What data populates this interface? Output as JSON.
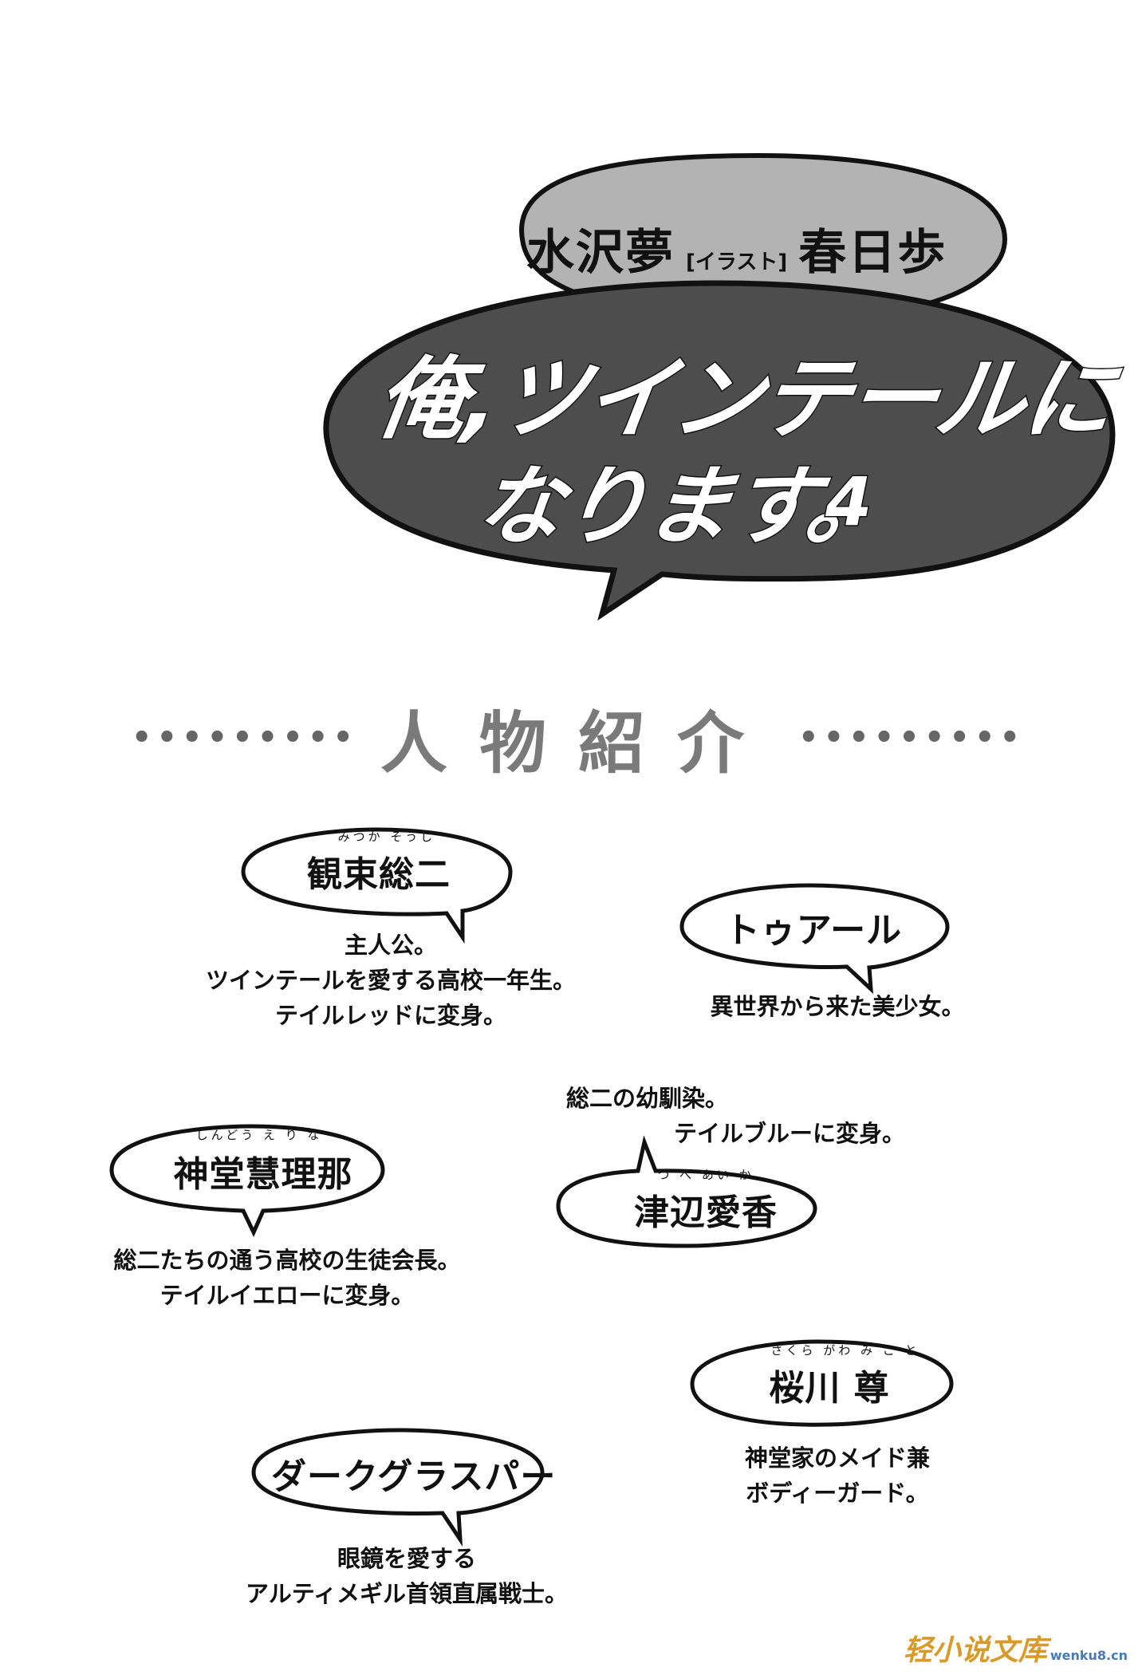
{
  "cover": {
    "author": "水沢夢",
    "illustrator_credit": "[イラスト]",
    "illustrator": "春日歩",
    "title_line1": "俺,ツインテールに",
    "title_line2": "なります。",
    "volume": "4"
  },
  "section": {
    "dots_left": "•••••••••",
    "heading": "人物紹介",
    "dots_right": "•••••••••"
  },
  "characters": [
    {
      "name": "観束総二",
      "ruby": "みつか そうじ",
      "desc": [
        "主人公。",
        "ツインテールを愛する高校一年生。",
        "テイルレッドに変身。"
      ]
    },
    {
      "name": "トゥアール",
      "ruby": "",
      "desc": [
        "異世界から来た美少女。"
      ]
    },
    {
      "name": "神堂慧理那",
      "ruby": "しんどう え り な",
      "desc": [
        "総二たちの通う高校の生徒会長。",
        "テイルイエローに変身。"
      ]
    },
    {
      "name": "津辺愛香",
      "ruby": "つ べ あい か",
      "desc": [
        "総二の幼馴染。",
        "テイルブルーに変身。"
      ]
    },
    {
      "name": "桜川 尊",
      "ruby": "さくら がわ み こ と",
      "desc": [
        "神堂家のメイド兼",
        "ボディーガード。"
      ]
    },
    {
      "name": "ダークグラスパー",
      "ruby": "",
      "desc": [
        "眼鏡を愛する",
        "アルティメギル首領直属戦士。"
      ]
    }
  ],
  "watermark": {
    "logo": "轻小说文库",
    "url": "wenku8.cn"
  }
}
